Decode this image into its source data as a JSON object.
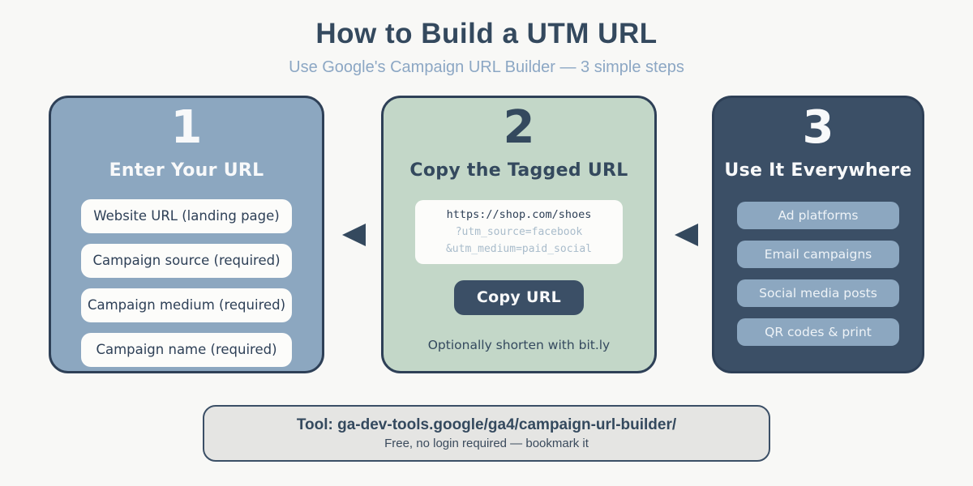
{
  "page": {
    "title": "How to Build a UTM URL",
    "subtitle": "Use Google's Campaign URL Builder — 3 simple steps"
  },
  "steps": [
    {
      "number": "1",
      "heading": "Enter Your URL",
      "items": [
        "Website URL (landing page)",
        "Campaign source (required)",
        "Campaign medium (required)",
        "Campaign name (required)"
      ]
    },
    {
      "number": "2",
      "heading": "Copy the Tagged URL",
      "code_lines": [
        "https://shop.com/shoes",
        "?utm_source=facebook",
        "&utm_medium=paid_social"
      ],
      "button_label": "Copy URL",
      "note": "Optionally shorten with bit.ly"
    },
    {
      "number": "3",
      "heading": "Use It Everywhere",
      "items": [
        "Ad platforms",
        "Email campaigns",
        "Social media posts",
        "QR codes & print"
      ]
    }
  ],
  "footer": {
    "tool_label": "Tool: ga-dev-tools.google/ga4/campaign-url-builder/",
    "note": "Free, no login required — bookmark it"
  },
  "icons": {
    "arrow_between_steps": "triangle-left-icon"
  },
  "colors": {
    "page_background": "#f8f8f6",
    "title_text": "#34495e",
    "subtitle_text": "#8ca7c4",
    "card1_background": "#8ca7c0",
    "card2_background": "#c3d7c8",
    "card3_background": "#3b4f66",
    "card_border": "#2e4057",
    "pill_white": "#fcfcfa",
    "code_muted_text": "#a9bccb",
    "copy_button_background": "#3b4f66",
    "footer_background": "#e5e5e3"
  }
}
